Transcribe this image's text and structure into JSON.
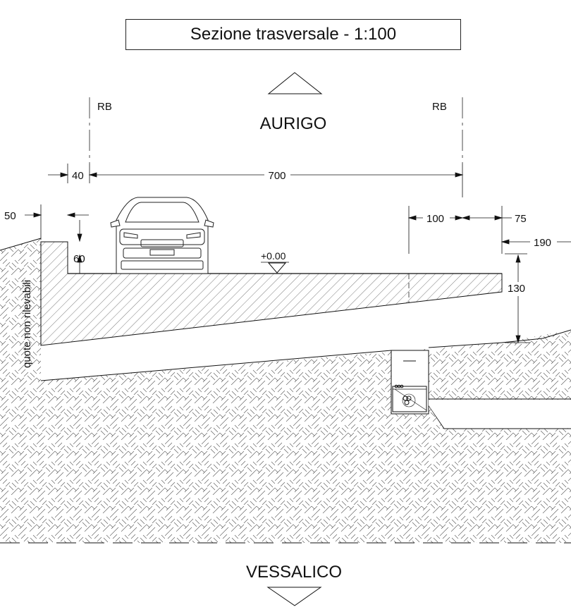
{
  "title": "Sezione trasversale - 1:100",
  "top_label": "AURIGO",
  "bottom_label": "VESSALICO",
  "rb_left": "RB",
  "rb_right": "RB",
  "side_note": "quote non rilevabili",
  "level_marker": "+0.00",
  "dimensions": {
    "d700": "700",
    "d40": "40",
    "d50": "50",
    "d60": "60",
    "d100": "100",
    "d75": "75",
    "d190": "190",
    "d130": "130"
  }
}
